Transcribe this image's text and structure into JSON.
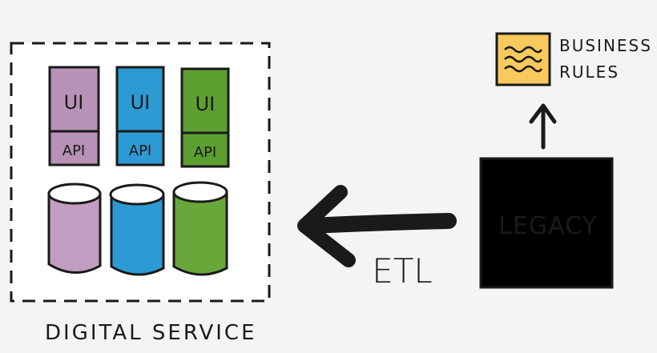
{
  "digital_service": {
    "label": "Digital Service",
    "services": [
      {
        "ui_label": "UI",
        "api_label": "API",
        "color": "#b891b6",
        "db_color": "#c39cc1"
      },
      {
        "ui_label": "UI",
        "api_label": "API",
        "color": "#2e9ad3",
        "db_color": "#2e9ad3"
      },
      {
        "ui_label": "UI",
        "api_label": "API",
        "color": "#5d9e31",
        "db_color": "#68a83a"
      }
    ]
  },
  "etl": {
    "label": "ETL"
  },
  "legacy": {
    "label": "Legacy",
    "color": "#000000"
  },
  "business_rules": {
    "line1": "Business",
    "line2": "Rules",
    "doc_color": "#f8c95c",
    "icon": "document-wave-icon"
  }
}
